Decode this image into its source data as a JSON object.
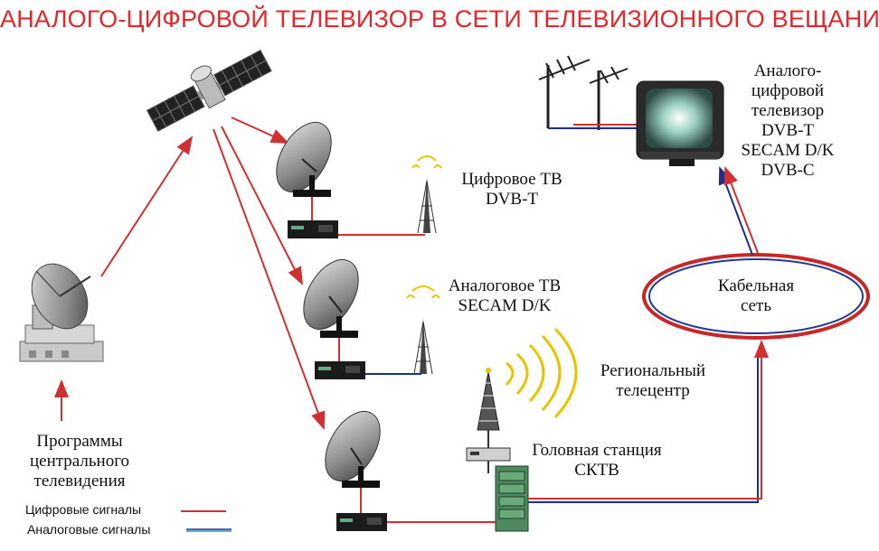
{
  "title": "АНАЛОГО-ЦИФРОВОЙ ТЕЛЕВИЗОР В СЕТИ ТЕЛЕВИЗИОННОГО ВЕЩАНИЯ",
  "labels": {
    "digital_tv": [
      "Цифровое ТВ",
      "DVB-T"
    ],
    "analog_tv": [
      "Аналоговое ТВ",
      "SECAM D/K"
    ],
    "regional": [
      "Региональный",
      "телецентр"
    ],
    "headend": [
      "Головная станция",
      "СКТВ"
    ],
    "tv_set": [
      "Аналого-",
      "цифровой",
      "телевизор",
      "DVB-T",
      "SECAM D/K",
      "DVB-C"
    ],
    "cable": [
      "Кабельная",
      "сеть"
    ],
    "programs": [
      "Программы",
      "центрального",
      "телевидения"
    ]
  },
  "legend": {
    "digital": "Цифровые сигналы",
    "analog": "Аналоговые сигналы"
  },
  "colors": {
    "title": "#e2262a",
    "digital_signal": "#d03030",
    "analog_signal": "#1c2f8a",
    "legend_analog": "#2a9aa0",
    "cable_ring_outer": "#c62828",
    "cable_ring_inner": "#1f3a93"
  }
}
